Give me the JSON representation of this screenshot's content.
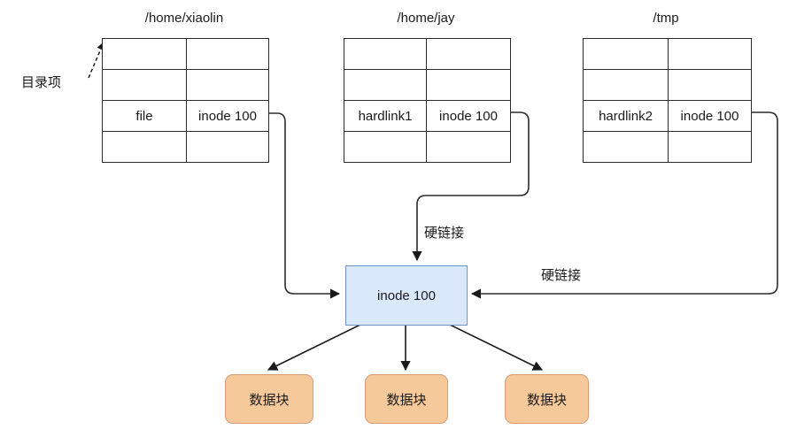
{
  "diagram": {
    "title_hidden": "",
    "annotation": {
      "label": "目录项"
    },
    "directories": [
      {
        "id": "home-xiaolin",
        "title": "/home/xiaolin",
        "rows": [
          {
            "name": "",
            "inode": "",
            "highlight": false
          },
          {
            "name": "",
            "inode": "",
            "highlight": false
          },
          {
            "name": "file",
            "inode": "inode 100",
            "highlight": true,
            "name_color": "#d5e8d4"
          },
          {
            "name": "",
            "inode": "",
            "highlight": false
          }
        ]
      },
      {
        "id": "home-jay",
        "title": "/home/jay",
        "rows": [
          {
            "name": "",
            "inode": "",
            "highlight": false
          },
          {
            "name": "",
            "inode": "",
            "highlight": false
          },
          {
            "name": "hardlink1",
            "inode": "inode 100",
            "highlight": true,
            "name_color": "#e1d5e7"
          },
          {
            "name": "",
            "inode": "",
            "highlight": false
          }
        ]
      },
      {
        "id": "tmp",
        "title": "/tmp",
        "rows": [
          {
            "name": "",
            "inode": "",
            "highlight": false
          },
          {
            "name": "",
            "inode": "",
            "highlight": false
          },
          {
            "name": "hardlink2",
            "inode": "inode 100",
            "highlight": true,
            "name_color": "#e1d5e7"
          },
          {
            "name": "",
            "inode": "",
            "highlight": false
          }
        ]
      }
    ],
    "inode_node": {
      "label": "inode 100"
    },
    "edge_labels": {
      "hardlink_center": "硬链接",
      "hardlink_right": "硬链接"
    },
    "data_blocks": [
      {
        "label": "数据块"
      },
      {
        "label": "数据块"
      },
      {
        "label": "数据块"
      }
    ],
    "colors": {
      "inode_fill": "#dae8fc",
      "inode_stroke": "#7191c4",
      "name_green": "#d5e8d4",
      "name_purple": "#e1d5e7",
      "block_fill": "#f5c99a",
      "block_stroke": "#d79b76",
      "line": "#2b2b2b"
    }
  }
}
